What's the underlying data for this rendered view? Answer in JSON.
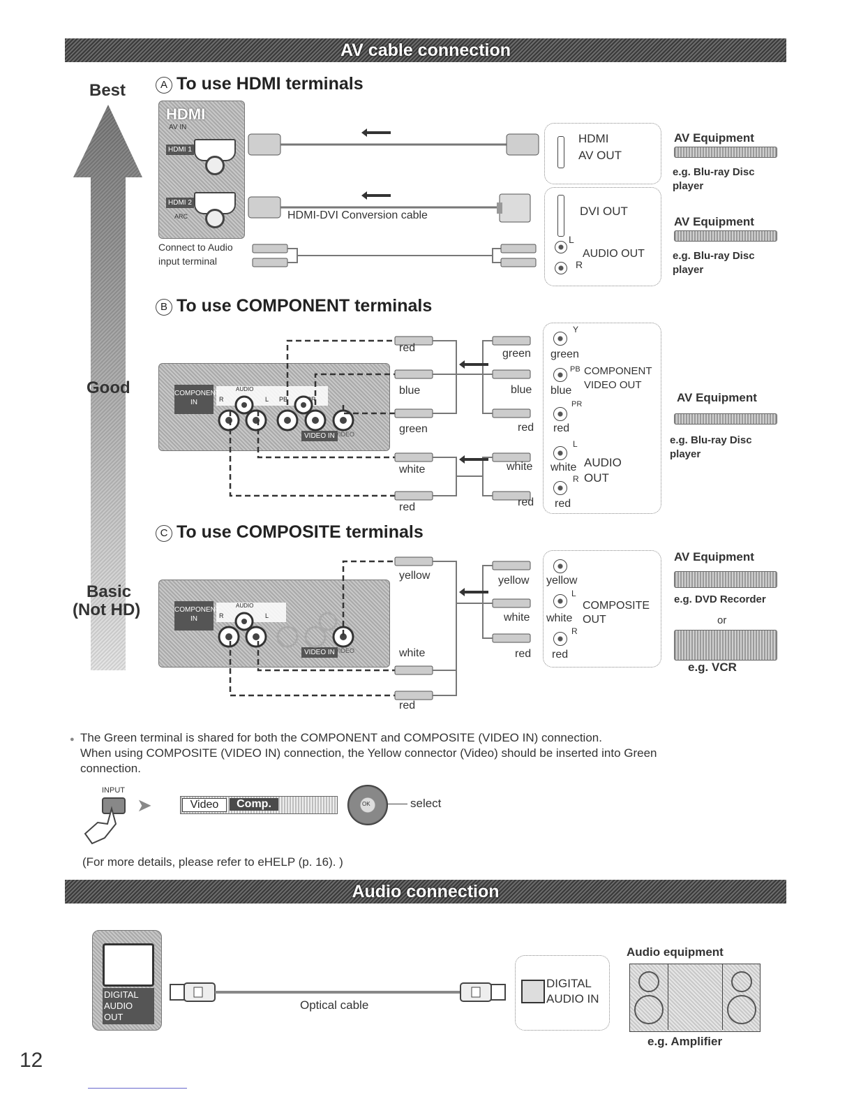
{
  "banners": {
    "av": "AV cable connection",
    "audio": "Audio connection"
  },
  "levels": {
    "best": "Best",
    "good": "Good",
    "basic": "Basic",
    "not_hd": "(Not HD)"
  },
  "hdmi": {
    "marker": "A",
    "title": "To use HDMI terminals",
    "panel_logo": "HDMI",
    "panel_av_in": "AV IN",
    "port1": "HDMI 1",
    "port2": "HDMI 2",
    "port2_sub": "ARC",
    "conversion_cable": "HDMI-DVI Conversion cable",
    "connect_audio": [
      "Connect to Audio",
      "input terminal"
    ],
    "box1": [
      "HDMI",
      "AV OUT"
    ],
    "box2_dvi": "DVI OUT",
    "box2_l": "L",
    "box2_audio_out": "AUDIO OUT",
    "box2_r": "R",
    "equip1_title": "AV Equipment",
    "equip1_eg": [
      "e.g. Blu-ray Disc",
      "player"
    ],
    "equip2_title": "AV Equipment",
    "equip2_eg": [
      "e.g. Blu-ray Disc",
      "player"
    ]
  },
  "component": {
    "marker": "B",
    "title": "To use COMPONENT terminals",
    "panel_component_in": [
      "COMPONENT",
      "IN"
    ],
    "panel_audio": "AUDIO",
    "panel_r": "R",
    "panel_l": "L",
    "panel_pb": "PB",
    "panel_pr": "PR",
    "panel_video_in": "VIDEO IN",
    "panel_video": "VIDEO",
    "cable_left": [
      "red",
      "blue",
      "green",
      "white",
      "red"
    ],
    "cable_right": [
      "green",
      "blue",
      "red",
      "white",
      "red"
    ],
    "jack_colors": [
      "green",
      "blue",
      "red",
      "white",
      "red"
    ],
    "y": "Y",
    "pb": "PB",
    "pr": "PR",
    "component_video_out": [
      "COMPONENT",
      "VIDEO OUT"
    ],
    "l": "L",
    "r": "R",
    "audio_out": [
      "AUDIO",
      "OUT"
    ],
    "equip_title": "AV Equipment",
    "equip_eg": [
      "e.g. Blu-ray Disc",
      "player"
    ]
  },
  "composite": {
    "marker": "C",
    "title": "To use COMPOSITE terminals",
    "cable_left": [
      "yellow",
      "white",
      "red"
    ],
    "cable_right": [
      "yellow",
      "white",
      "red"
    ],
    "jack_colors": [
      "yellow",
      "white",
      "red"
    ],
    "l": "L",
    "r": "R",
    "composite_out": [
      "COMPOSITE",
      "OUT"
    ],
    "equip_title": "AV Equipment",
    "equip_eg1": "e.g. DVD Recorder",
    "or": "or",
    "equip_eg2": "e.g. VCR"
  },
  "notes": {
    "bullet": "●",
    "line1": "The Green terminal is shared for both the COMPONENT and COMPOSITE (VIDEO IN) connection.",
    "line2": "When using COMPOSITE (VIDEO IN) connection, the Yellow connector (Video) should be inserted into Green",
    "line3": "connection.",
    "input_label": "INPUT",
    "menu_video": "Video",
    "menu_comp": "Comp.",
    "ok": "OK",
    "select": "select",
    "details": "(For more details, please refer to eHELP (p. 16). )"
  },
  "audio": {
    "panel_label": [
      "DIGITAL",
      "AUDIO OUT"
    ],
    "optical_cable": "Optical cable",
    "box_label": [
      "DIGITAL",
      "AUDIO IN"
    ],
    "equip_title": "Audio equipment",
    "equip_eg": "e.g. Amplifier"
  },
  "page_number": "12"
}
